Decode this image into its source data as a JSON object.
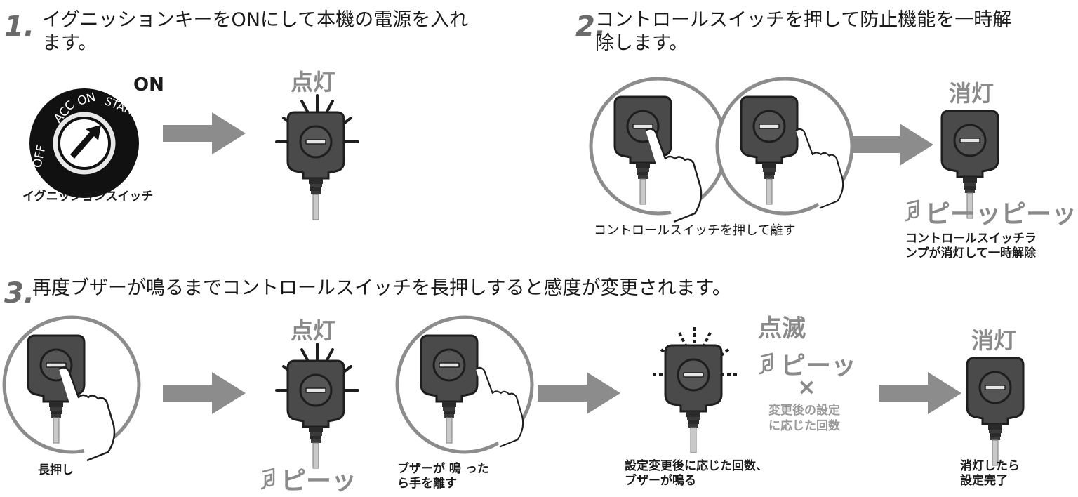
{
  "steps": [
    {
      "number": "1.",
      "text_line1": "イグニッションキーをONにして本機の電源を入れ",
      "text_line2": "ます。"
    },
    {
      "number": "2.",
      "text_line1": "コントロールスイッチを押して防止機能を一時解",
      "text_line2": "除します。"
    },
    {
      "number": "3.",
      "text": "再度ブザーが鳴るまでコントロールスイッチを長押しすると感度が変更されます。"
    }
  ],
  "step1": {
    "key_labels": {
      "on_big": "ON",
      "acc": "ACC",
      "on": "ON",
      "start": "START",
      "off": "OFF"
    },
    "ignition_caption": "イグニッションスイッチ",
    "lamp_label": "点灯"
  },
  "step2": {
    "press_caption": "コントロールスイッチを押して離す",
    "lamp_label": "消灯",
    "sound": "ピーッピーッ",
    "result_caption_line1": "コントロールスイッチラ",
    "result_caption_line2": "ンプが消灯して一時解除"
  },
  "step3": {
    "longpress_caption": "長押し",
    "lamp_label_on": "点灯",
    "sound1": "ピーッ",
    "release_caption_line1": "ブザーが 鳴 った",
    "release_caption_line2": "ら手を離す",
    "blink_label": "点滅",
    "sound2": "ピーッ",
    "times_symbol": "×",
    "count_note_line1": "変更後の設定",
    "count_note_line2": "に応じた回数",
    "buzzer_caption_line1": "設定変更後に応じた回数、",
    "buzzer_caption_line2": "ブザーが鳴る",
    "lamp_label_off": "消灯",
    "done_caption_line1": "消灯したら",
    "done_caption_line2": "設定完了"
  },
  "colors": {
    "accent_gray": "#8a8a8a",
    "device_dark": "#4a4a4a",
    "arrow": "#8c8c8c",
    "circle_stroke": "#8c8c8c"
  },
  "icons": [
    "music-note-icon",
    "arrow-right-icon",
    "finger-press-icon",
    "lamp-rays-icon",
    "ignition-key-icon"
  ]
}
